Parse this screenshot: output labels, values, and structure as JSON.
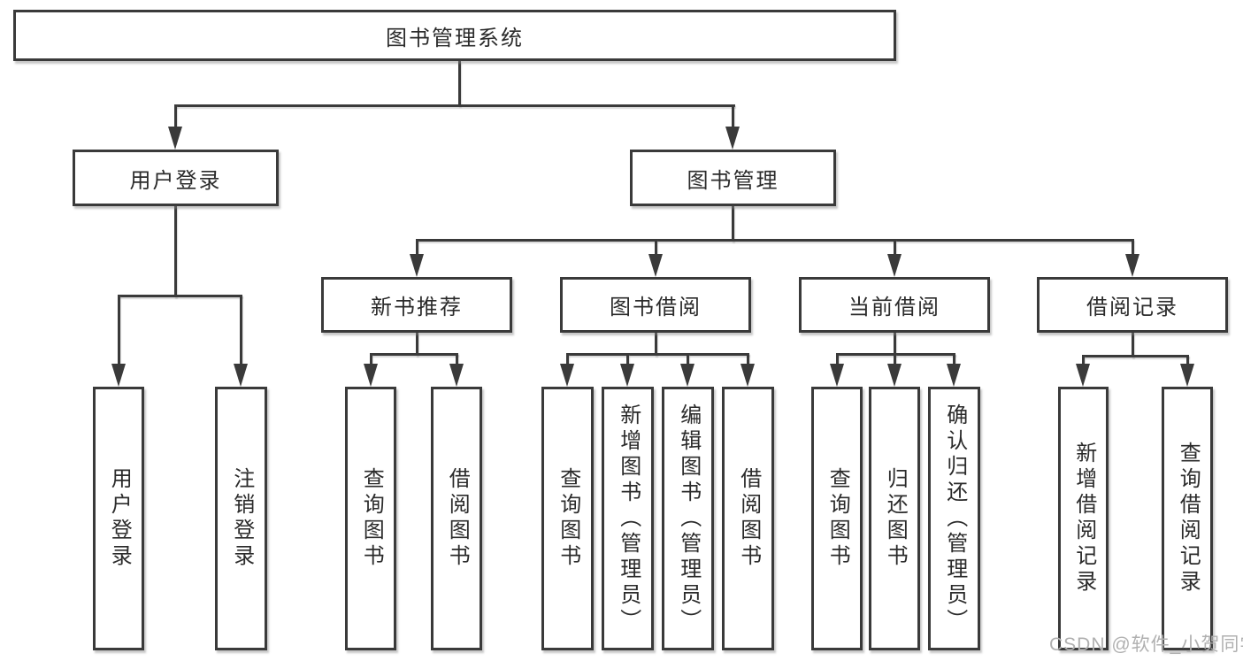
{
  "diagram_title": "图书管理系统",
  "tree": {
    "root": "图书管理系统",
    "branches": [
      {
        "label": "用户登录",
        "children": [
          "用户登录",
          "注销登录"
        ]
      },
      {
        "label": "图书管理",
        "sections": [
          {
            "label": "新书推荐",
            "children": [
              "查询图书",
              "借阅图书"
            ]
          },
          {
            "label": "图书借阅",
            "children": [
              "查询图书",
              "新增图书（管理员）",
              "编辑图书（管理员）",
              "借阅图书"
            ]
          },
          {
            "label": "当前借阅",
            "children": [
              "查询图书",
              "归还图书",
              "确认归还（管理员）"
            ]
          },
          {
            "label": "借阅记录",
            "children": [
              "新增借阅记录",
              "查询借阅记录"
            ]
          }
        ]
      }
    ]
  },
  "watermark": {
    "text": "CSDN @软件_小贺同学"
  },
  "colors": {
    "line": "#3a3a3a",
    "text": "#2b2b2b",
    "box_background": "#ffffff",
    "watermark": "#b0b0b0",
    "background": "#ffffff"
  }
}
